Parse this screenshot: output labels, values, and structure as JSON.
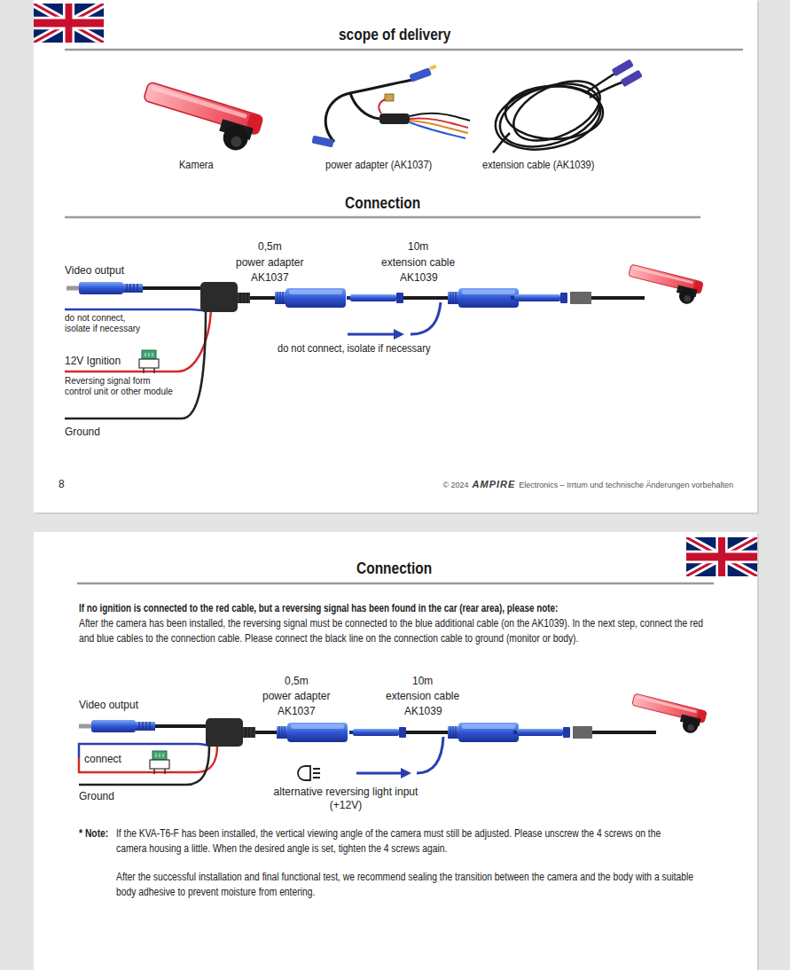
{
  "diagram": {
    "labels": [
      "scope of delivery",
      "Kamera",
      "power adapter (AK1037)",
      "extension cable (AK1039)",
      "Connection",
      "0,5m",
      "power adapter",
      "AK1037",
      "10m",
      "extension cable",
      "AK1039",
      "Video output",
      "do not connect, isolate if necessary",
      "12V Ignition",
      "Reversing signal form control unit or other module",
      "do not connect, isolate if necessary",
      "Ground",
      "8",
      "© 2024",
      "AMPIRE",
      "Electronics – Irrtum und technische Änderungen vorbehalten",
      "Connection",
      "If no ignition is connected to the red cable, but a reversing signal has been found in the car (rear area), please note:",
      "After the camera has been installed, the reversing signal must be connected to the blue additional cable (on the AK1039). In the next step, connect the red and blue cables to the connection cable. Please connect the black line on the connection cable to ground (monitor or body).",
      "0,5m",
      "power adapter",
      "AK1037",
      "10m",
      "extension cable",
      "AK1039",
      "Video output",
      "connect",
      "Ground",
      "alternative reversing light input (+12V)",
      "* Note:",
      "If the KVA-T6-F has been installed, the vertical viewing angle of the camera must still be adjusted. Please unscrew the 4 screws on the camera housing a little. When the desired angle is set, tighten the 4 screws again.",
      "After the successful installation and final functional test, we recommend sealing the transition between the camera and the body with a suitable body adhesive to prevent moisture from entering."
    ]
  }
}
